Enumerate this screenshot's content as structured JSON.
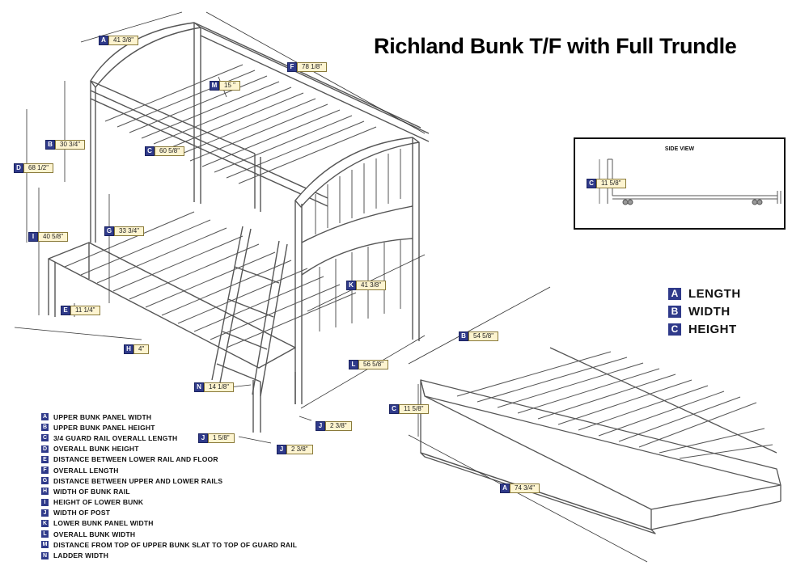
{
  "title": "Richland Bunk T/F  with Full Trundle",
  "side_view": {
    "title": "SIDE VIEW",
    "dim": {
      "letter": "C",
      "value": "11 5/8\""
    }
  },
  "dims": {
    "A": {
      "letter": "A",
      "value": "41 3/8\""
    },
    "F": {
      "letter": "F",
      "value": "78 1/8\""
    },
    "M": {
      "letter": "M",
      "value": "15 \""
    },
    "B": {
      "letter": "B",
      "value": "30 3/4\""
    },
    "C": {
      "letter": "C",
      "value": "60 5/8\""
    },
    "D": {
      "letter": "D",
      "value": "68 1/2\""
    },
    "G": {
      "letter": "G",
      "value": "33 3/4\""
    },
    "I": {
      "letter": "I",
      "value": "40 5/8\""
    },
    "E": {
      "letter": "E",
      "value": "11 1/4\""
    },
    "K": {
      "letter": "K",
      "value": "41 3/8\""
    },
    "H": {
      "letter": "H",
      "value": "4\""
    },
    "L": {
      "letter": "L",
      "value": "56 5/8\""
    },
    "N": {
      "letter": "N",
      "value": "14 1/8\""
    },
    "J1": {
      "letter": "J",
      "value": "2 3/8\""
    },
    "J2": {
      "letter": "J",
      "value": "1 5/8\""
    },
    "J3": {
      "letter": "J",
      "value": "2 3/8\""
    }
  },
  "trundle_dims": {
    "B": {
      "letter": "B",
      "value": "54 5/8\""
    },
    "C": {
      "letter": "C",
      "value": "11 5/8\""
    },
    "A": {
      "letter": "A",
      "value": "74 3/4\""
    }
  },
  "abc_legend": [
    {
      "letter": "A",
      "label": "LENGTH"
    },
    {
      "letter": "B",
      "label": "WIDTH"
    },
    {
      "letter": "C",
      "label": "HEIGHT"
    }
  ],
  "legend": [
    {
      "letter": "A",
      "label": "UPPER BUNK PANEL WIDTH"
    },
    {
      "letter": "B",
      "label": "UPPER BUNK PANEL HEIGHT"
    },
    {
      "letter": "C",
      "label": "3/4 GUARD RAIL OVERALL LENGTH"
    },
    {
      "letter": "D",
      "label": "OVERALL BUNK HEIGHT"
    },
    {
      "letter": "E",
      "label": "DISTANCE BETWEEN LOWER RAIL AND FLOOR"
    },
    {
      "letter": "F",
      "label": "OVERALL LENGTH"
    },
    {
      "letter": "G",
      "label": "DISTANCE BETWEEN UPPER AND LOWER RAILS"
    },
    {
      "letter": "H",
      "label": "WIDTH OF BUNK RAIL"
    },
    {
      "letter": "I",
      "label": "HEIGHT OF LOWER BUNK"
    },
    {
      "letter": "J",
      "label": "WIDTH OF POST"
    },
    {
      "letter": "K",
      "label": "LOWER BUNK PANEL WIDTH"
    },
    {
      "letter": "L",
      "label": "OVERALL BUNK WIDTH"
    },
    {
      "letter": "M",
      "label": "DISTANCE FROM TOP OF UPPER BUNK SLAT TO TOP OF GUARD RAIL"
    },
    {
      "letter": "N",
      "label": "LADDER WIDTH"
    }
  ]
}
